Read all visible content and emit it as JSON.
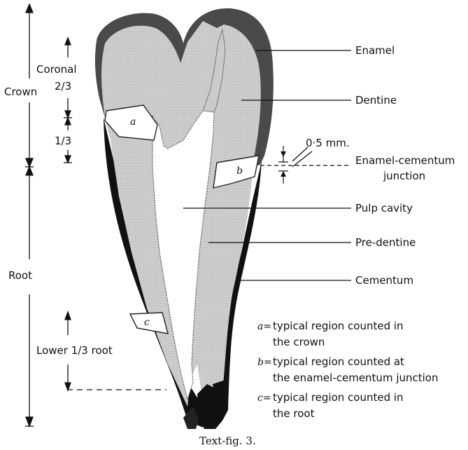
{
  "labels": {
    "enamel": "Enamel",
    "dentine": "Dentine",
    "thickness": "0·5 mm.",
    "ecj_line1": "Enamel-cementum",
    "ecj_line2": "junction",
    "pulp": "Pulp cavity",
    "predentine": "Pre-dentine",
    "cementum": "Cementum",
    "crown": "Crown",
    "coronal_line1": "Coronal",
    "coronal_line2": "2/3",
    "one_third": "1/3",
    "root": "Root",
    "lower_root": "Lower 1/3 root",
    "region_a": "a",
    "region_b": "b",
    "region_c": "c"
  },
  "legend": [
    {
      "key": "a=",
      "line1": "typical region counted in",
      "line2": "the crown"
    },
    {
      "key": "b=",
      "line1": "typical region counted at",
      "line2": "the enamel-cementum junction"
    },
    {
      "key": "c=",
      "line1": "typical region counted in",
      "line2": "the root"
    }
  ],
  "caption": "Text-fig. 3.",
  "colors": {
    "enamel": "#4a4a4a",
    "dentine": "#cfcfcf",
    "pulp": "#ffffff",
    "cementum": "#111111",
    "line": "#111111"
  }
}
